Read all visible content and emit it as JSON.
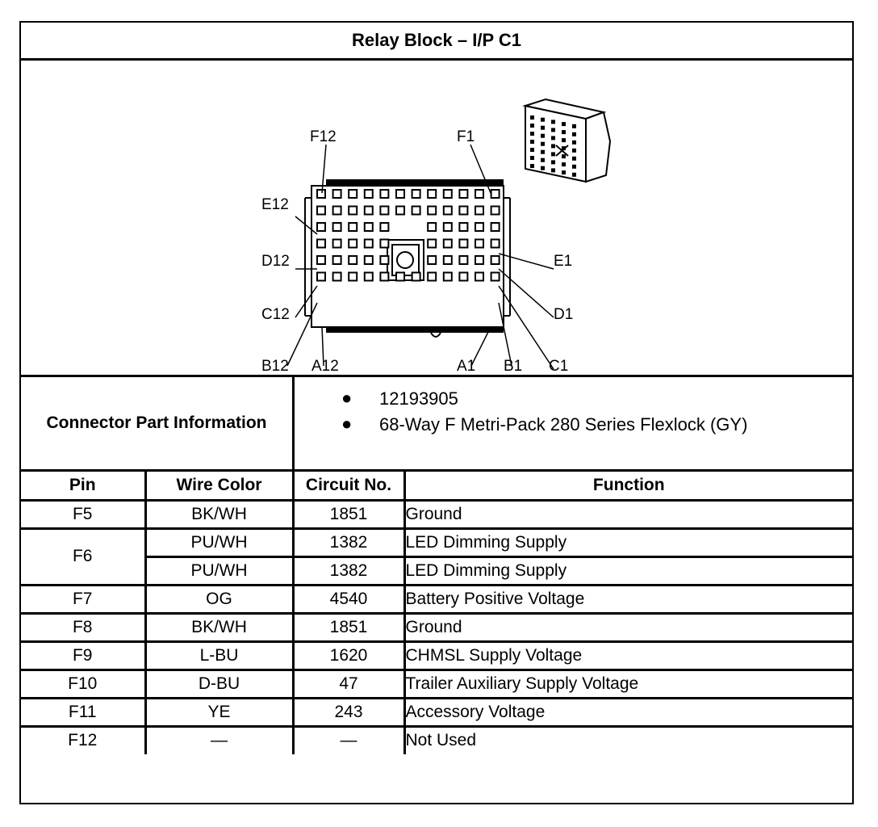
{
  "title": "Relay Block – I/P C1",
  "diagram": {
    "pin_labels": {
      "F12": "F12",
      "F1": "F1",
      "E12": "E12",
      "E1": "E1",
      "D12": "D12",
      "D1": "D1",
      "C12": "C12",
      "C1": "C1",
      "B12": "B12",
      "A12": "A12",
      "A1": "A1",
      "B1": "B1"
    },
    "rows": 6,
    "columns": 12,
    "icon": "connector-3d-view-icon"
  },
  "connector_info": {
    "label": "Connector Part Information",
    "items": [
      "12193905",
      "68-Way F Metri-Pack 280 Series Flexlock (GY)"
    ]
  },
  "table": {
    "headers": {
      "pin": "Pin",
      "wire_color": "Wire Color",
      "circuit_no": "Circuit No.",
      "function": "Function"
    },
    "rows": [
      {
        "pin": "F5",
        "wire": "BK/WH",
        "circuit": "1851",
        "function": "Ground"
      },
      {
        "pin": "F6",
        "wire": "PU/WH",
        "circuit": "1382",
        "function": "LED Dimming Supply"
      },
      {
        "pin": "",
        "wire": "PU/WH",
        "circuit": "1382",
        "function": "LED Dimming Supply"
      },
      {
        "pin": "F7",
        "wire": "OG",
        "circuit": "4540",
        "function": "Battery Positive Voltage"
      },
      {
        "pin": "F8",
        "wire": "BK/WH",
        "circuit": "1851",
        "function": "Ground"
      },
      {
        "pin": "F9",
        "wire": "L-BU",
        "circuit": "1620",
        "function": "CHMSL Supply Voltage"
      },
      {
        "pin": "F10",
        "wire": "D-BU",
        "circuit": "47",
        "function": "Trailer Auxiliary Supply Voltage"
      },
      {
        "pin": "F11",
        "wire": "YE",
        "circuit": "243",
        "function": "Accessory Voltage"
      },
      {
        "pin": "F12",
        "wire": "—",
        "circuit": "—",
        "function": "Not Used"
      }
    ]
  }
}
